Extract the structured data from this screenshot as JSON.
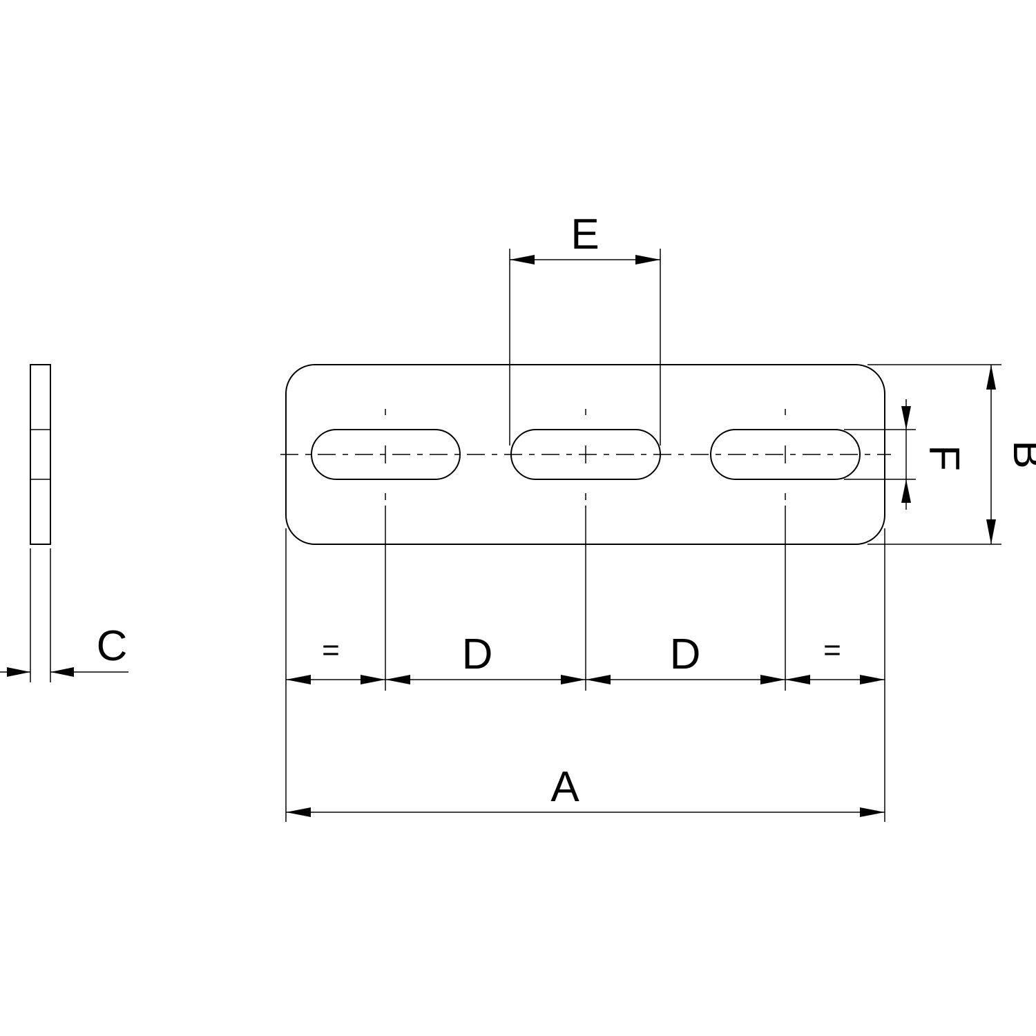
{
  "diagram": {
    "labels": {
      "A": "A",
      "B": "B",
      "C": "C",
      "D_left": "D",
      "D_right": "D",
      "E": "E",
      "F": "F",
      "eq_left": "=",
      "eq_right": "="
    }
  }
}
